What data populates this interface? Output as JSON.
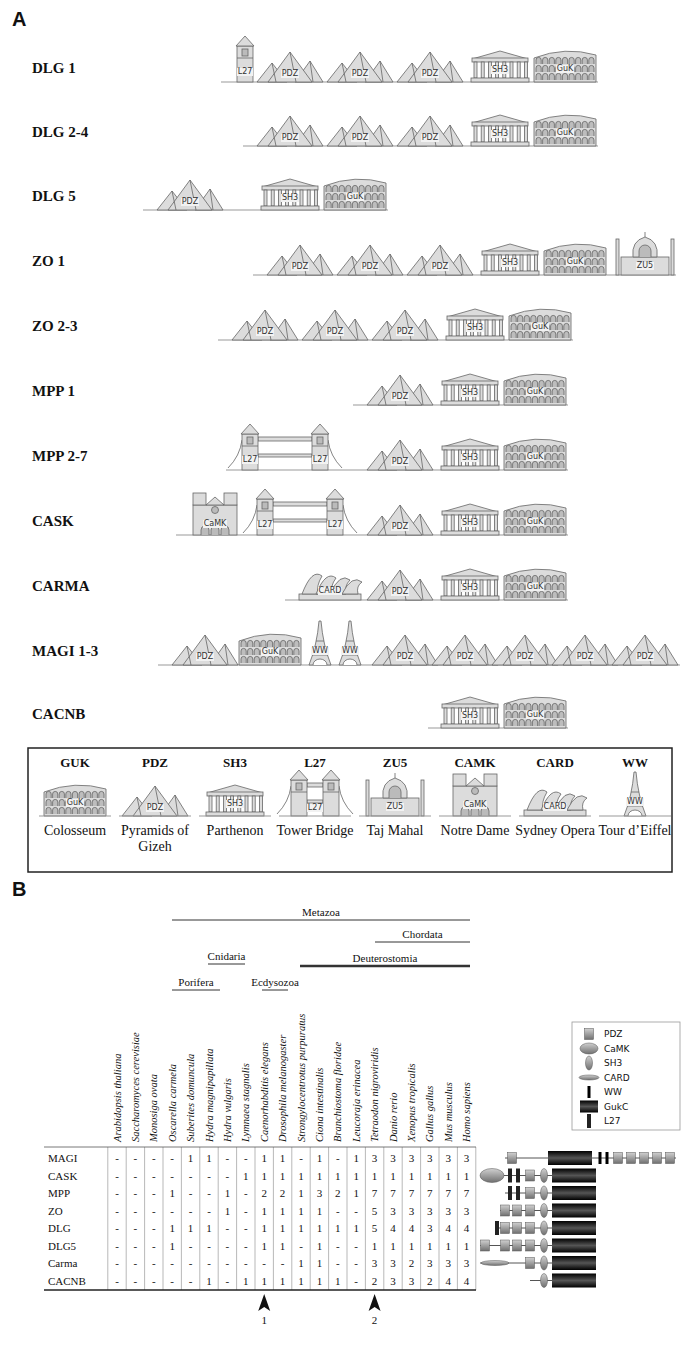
{
  "diagram": {
    "labels": [
      "A",
      "DLG 1",
      "L27",
      "PDZ",
      "PDZ",
      "PDZ",
      "SH3",
      "GuK",
      "DLG 2-4",
      "PDZ",
      "PDZ",
      "PDZ",
      "SH3",
      "GuK",
      "DLG 5",
      "PDZ",
      "SH3",
      "GuK",
      "ZO 1",
      "PDZ",
      "PDZ",
      "PDZ",
      "SH3",
      "GuK",
      "ZU5",
      "ZO 2-3",
      "PDZ",
      "PDZ",
      "PDZ",
      "SH3",
      "GuK",
      "MPP 1",
      "PDZ",
      "SH3",
      "GuK",
      "MPP 2-7",
      "L27",
      "L27",
      "PDZ",
      "SH3",
      "GuK",
      "CASK",
      "CaMK",
      "L27",
      "L27",
      "PDZ",
      "SH3",
      "GuK",
      "CARMA",
      "CARD",
      "PDZ",
      "SH3",
      "GuK",
      "MAGI 1-3",
      "PDZ",
      "GuK",
      "WW",
      "WW",
      "PDZ",
      "PDZ",
      "PDZ",
      "PDZ",
      "PDZ",
      "CACNB",
      "SH3",
      "GuK",
      "GUK",
      "GuK",
      "Colosseum",
      "PDZ",
      "PDZ",
      "Pyramids of Gizeh",
      "SH3",
      "SH3",
      "Parthenon",
      "L27",
      "L27",
      "Tower Bridge",
      "ZU5",
      "ZU5",
      "Taj Mahal",
      "CAMK",
      "CaMK",
      "Notre Dame",
      "CARD",
      "CARD",
      "Sydney Opera",
      "WW",
      "WW",
      "Tour d’Eiffel",
      "B",
      "Metazoa",
      "Chordata",
      "Cnidaria",
      "Deuterostomia",
      "Porifera",
      "Ecdysozoa",
      "Arabidopsis thaliana",
      "Saccharomyces cerevisiae",
      "Monosiga ovata",
      "Oscarella carmela",
      "Suberites domuncula",
      "Hydra magnipapillata",
      "Hydra vulgaris",
      "Lymnaea stagnalis",
      "Caenorhabditis elegans",
      "Drosophila melanogaster",
      "Strongylocentrotus purpuratus",
      "Ciona intestinalis",
      "Branchiostoma floridae",
      "Leucoraja erinacea",
      "Tetraodon nigroviridis",
      "Danio rerio",
      "Xenopus tropicalis",
      "Gallus gallus",
      "Mus musculus",
      "Homo sapiens",
      "MAGI",
      "-",
      "-",
      "-",
      "-",
      "1",
      "1",
      "-",
      "-",
      "1",
      "1",
      "-",
      "1",
      "-",
      "1",
      "3",
      "3",
      "3",
      "3",
      "3",
      "3",
      "CASK",
      "-",
      "-",
      "-",
      "-",
      "-",
      "-",
      "-",
      "1",
      "1",
      "1",
      "1",
      "1",
      "1",
      "1",
      "1",
      "1",
      "1",
      "1",
      "1",
      "1",
      "MPP",
      "-",
      "-",
      "-",
      "1",
      "-",
      "-",
      "1",
      "-",
      "2",
      "2",
      "1",
      "3",
      "2",
      "1",
      "7",
      "7",
      "7",
      "7",
      "7",
      "7",
      "ZO",
      "-",
      "-",
      "-",
      "-",
      "-",
      "-",
      "1",
      "-",
      "1",
      "1",
      "1",
      "1",
      "-",
      "-",
      "5",
      "3",
      "3",
      "3",
      "3",
      "3",
      "DLG",
      "-",
      "-",
      "-",
      "1",
      "1",
      "1",
      "-",
      "-",
      "1",
      "1",
      "1",
      "1",
      "1",
      "1",
      "5",
      "4",
      "4",
      "3",
      "4",
      "4",
      "DLG5",
      "-",
      "-",
      "-",
      "1",
      "-",
      "-",
      "-",
      "-",
      "1",
      "1",
      "-",
      "1",
      "-",
      "-",
      "1",
      "1",
      "1",
      "1",
      "1",
      "1",
      "Carma",
      "-",
      "-",
      "-",
      "-",
      "-",
      "-",
      "-",
      "-",
      "-",
      "-",
      "1",
      "1",
      "-",
      "-",
      "3",
      "3",
      "2",
      "3",
      "3",
      "3",
      "CACNB",
      "-",
      "-",
      "-",
      "-",
      "-",
      "1",
      "-",
      "1",
      "1",
      "1",
      "1",
      "1",
      "1",
      "-",
      "2",
      "3",
      "3",
      "2",
      "4",
      "4",
      "1",
      "2"
    ],
    "legend": [
      {
        "text": "PDZ"
      },
      {
        "text": "CaMK"
      },
      {
        "text": "SH3"
      },
      {
        "text": "CARD"
      },
      {
        "text": "WW"
      },
      {
        "text": "GukC"
      },
      {
        "text": "L27"
      }
    ]
  }
}
